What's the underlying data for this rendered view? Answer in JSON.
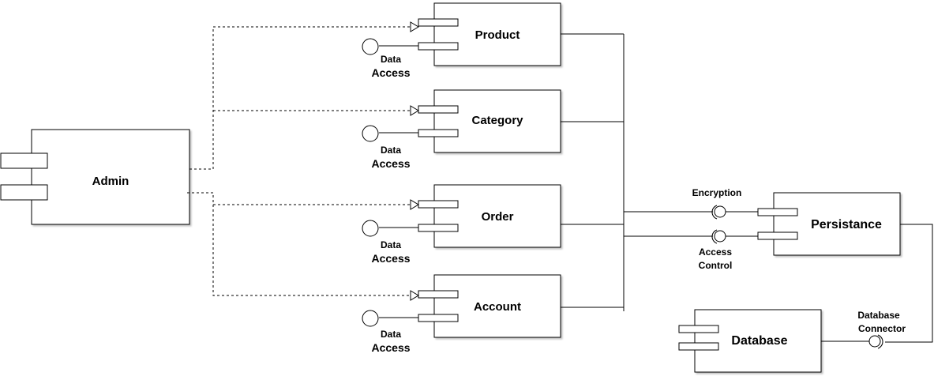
{
  "diagram": {
    "components": {
      "admin": "Admin",
      "product": "Product",
      "category": "Category",
      "order": "Order",
      "account": "Account",
      "persistance": "Persistance",
      "database": "Database"
    },
    "interfaces": {
      "data_access_line1": "Data",
      "data_access_line2": "Access",
      "encryption": "Encryption",
      "access_control_line1": "Access",
      "access_control_line2": "Control",
      "db_connector_line1": "Database",
      "db_connector_line2": "Connector"
    }
  }
}
